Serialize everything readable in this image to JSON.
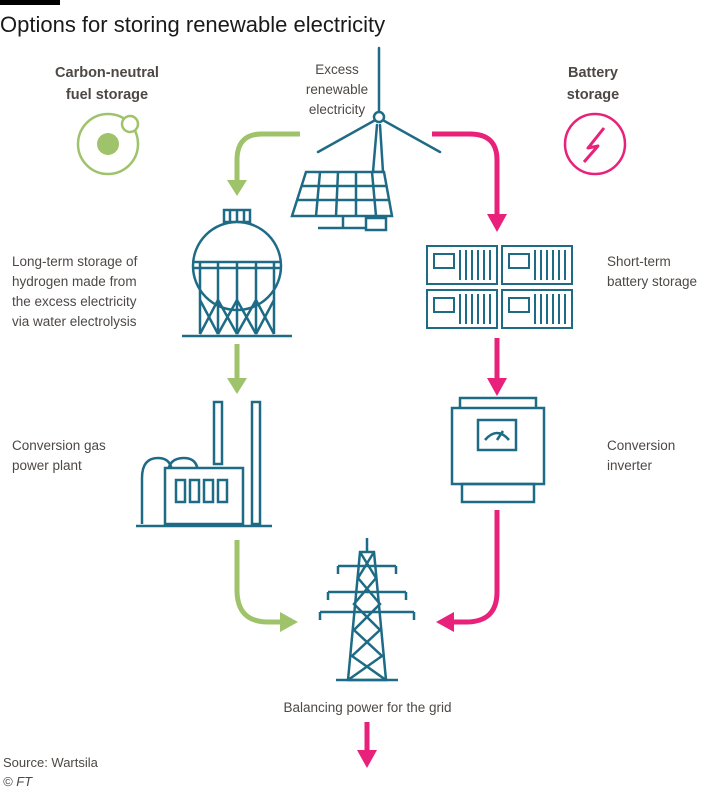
{
  "title": "Options for storing renewable electricity",
  "left_heading": "Carbon-neutral\nfuel storage",
  "right_heading": "Battery\nstorage",
  "excess_label": "Excess\nrenewable\nelectricity",
  "hydrogen_label": "Long-term storage of\nhydrogen made from\nthe excess electricity\nvia water electrolysis",
  "battery_label": "Short-term\nbattery storage",
  "gas_plant_label": "Conversion gas\npower plant",
  "inverter_label": "Conversion\ninverter",
  "grid_label": "Balancing power for the grid",
  "source": "Source: Wartsila",
  "credit": "© FT",
  "colors": {
    "green": "#9fc36b",
    "pink": "#e8217a",
    "teal": "#1e6b86",
    "text": "#4d4845"
  },
  "icons": [
    "fuel-orbit-icon",
    "lightning-icon",
    "wind-turbine-icon",
    "solar-panel-icon",
    "hydrogen-tank-icon",
    "battery-containers-icon",
    "gas-power-plant-icon",
    "inverter-icon",
    "pylon-icon"
  ]
}
